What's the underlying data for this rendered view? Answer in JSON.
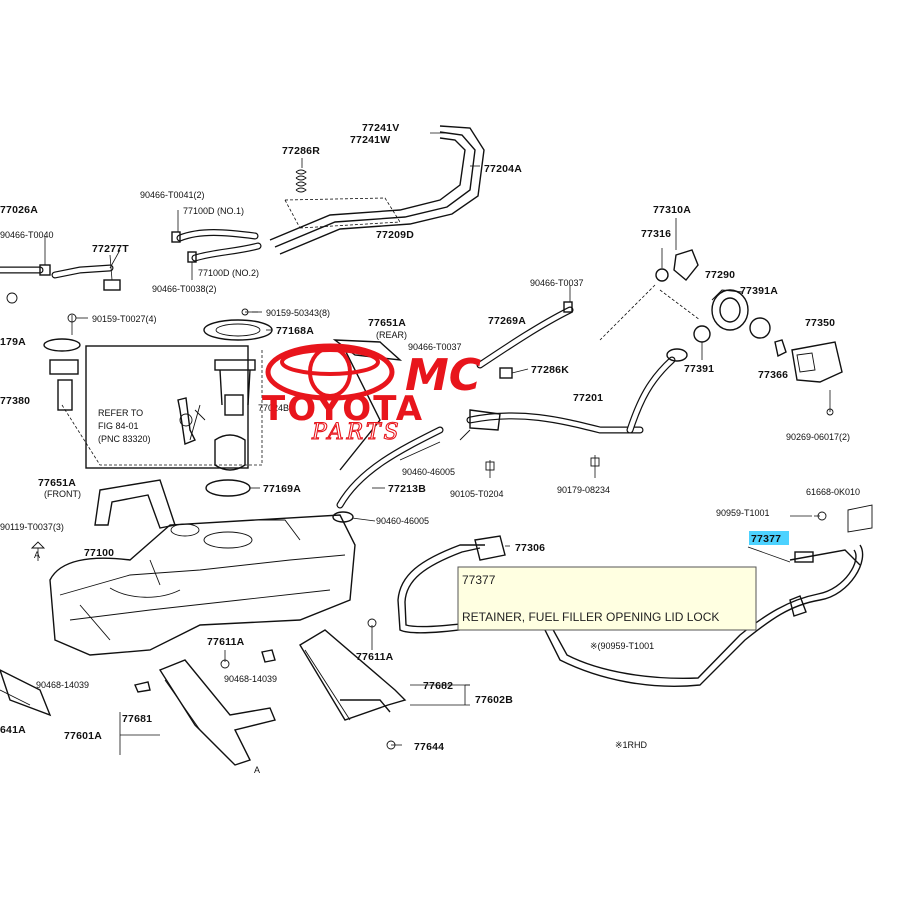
{
  "watermark": {
    "brand_top": "MC",
    "brand_main": "TOYOTA",
    "brand_sub": "PARTS"
  },
  "inset": {
    "line1": "REFER TO",
    "line2": "FIG 84-01",
    "line3": "(PNC 83320)"
  },
  "tooltip": {
    "part_number": "77377",
    "description": "RETAINER, FUEL FILLER OPENING LID LOCK"
  },
  "highlight": {
    "label": "77377",
    "color": "#4dd2ff"
  },
  "labels": [
    {
      "id": "l01",
      "text": "77241V"
    },
    {
      "id": "l02",
      "text": "77241W"
    },
    {
      "id": "l03",
      "text": "77204A"
    },
    {
      "id": "l04",
      "text": "77286R"
    },
    {
      "id": "l05",
      "text": "90466-T0041(2)"
    },
    {
      "id": "l06",
      "text": "77100D (NO.1)"
    },
    {
      "id": "l07",
      "text": "77209D"
    },
    {
      "id": "l08",
      "text": "77026A"
    },
    {
      "id": "l09",
      "text": "90466-T0040"
    },
    {
      "id": "l10",
      "text": "77277T"
    },
    {
      "id": "l11",
      "text": "77100D (NO.2)"
    },
    {
      "id": "l12",
      "text": "90466-T0038(2)"
    },
    {
      "id": "l13",
      "text": "90159-T0027(4)"
    },
    {
      "id": "l14",
      "text": "90159-50343(8)"
    },
    {
      "id": "l15",
      "text": "77168A"
    },
    {
      "id": "l16",
      "text": "77651A"
    },
    {
      "id": "l17",
      "text": "(REAR)"
    },
    {
      "id": "l18",
      "text": "90466-T0037"
    },
    {
      "id": "l19",
      "text": "77269A"
    },
    {
      "id": "l20",
      "text": "90466-T0037"
    },
    {
      "id": "l21",
      "text": "77286K"
    },
    {
      "id": "l22",
      "text": "77310A"
    },
    {
      "id": "l23",
      "text": "77316"
    },
    {
      "id": "l24",
      "text": "77290"
    },
    {
      "id": "l25",
      "text": "77391A"
    },
    {
      "id": "l26",
      "text": "77350"
    },
    {
      "id": "l27",
      "text": "77391"
    },
    {
      "id": "l28",
      "text": "77366"
    },
    {
      "id": "l29",
      "text": "77201"
    },
    {
      "id": "l30",
      "text": "90269-06017(2)"
    },
    {
      "id": "l31",
      "text": "179A"
    },
    {
      "id": "l32",
      "text": "77380"
    },
    {
      "id": "l33",
      "text": "77024B"
    },
    {
      "id": "l34",
      "text": "77169A"
    },
    {
      "id": "l35",
      "text": "77213B"
    },
    {
      "id": "l36",
      "text": "90460-46005"
    },
    {
      "id": "l37",
      "text": "90105-T0204"
    },
    {
      "id": "l38",
      "text": "90179-08234"
    },
    {
      "id": "l39",
      "text": "90460-46005"
    },
    {
      "id": "l40",
      "text": "77651A"
    },
    {
      "id": "l41",
      "text": "(FRONT)"
    },
    {
      "id": "l42",
      "text": "90119-T0037(3)"
    },
    {
      "id": "l43",
      "text": "77100"
    },
    {
      "id": "l44",
      "text": "77306"
    },
    {
      "id": "l45",
      "text": "90959-T1001"
    },
    {
      "id": "l46",
      "text": "61668-0K010"
    },
    {
      "id": "l47",
      "text": "90468-14039"
    },
    {
      "id": "l48",
      "text": "77611A"
    },
    {
      "id": "l49",
      "text": "77611A"
    },
    {
      "id": "l50",
      "text": "90468-14039"
    },
    {
      "id": "l51",
      "text": "77682"
    },
    {
      "id": "l52",
      "text": "77602B"
    },
    {
      "id": "l53",
      "text": "77681"
    },
    {
      "id": "l54",
      "text": "77601A"
    },
    {
      "id": "l55",
      "text": "641A"
    },
    {
      "id": "l56",
      "text": "77644"
    },
    {
      "id": "l57",
      "text": "※(90959-T1001"
    },
    {
      "id": "l58",
      "text": "※1RHD"
    },
    {
      "id": "l59",
      "text": "A"
    },
    {
      "id": "l60",
      "text": "A"
    }
  ]
}
